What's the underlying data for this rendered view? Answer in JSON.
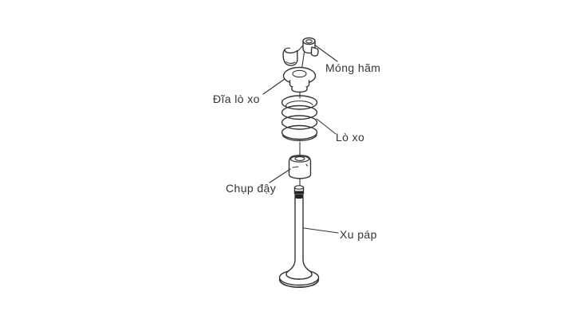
{
  "diagram": {
    "line_color": "#333333",
    "text_color": "#333333",
    "labels": {
      "keeper": "Móng hãm",
      "spring_retainer": "Đĩa lò xo",
      "spring": "Lò xo",
      "valve_stem_cap": "Chụp đậy",
      "valve": "Xu páp"
    }
  }
}
